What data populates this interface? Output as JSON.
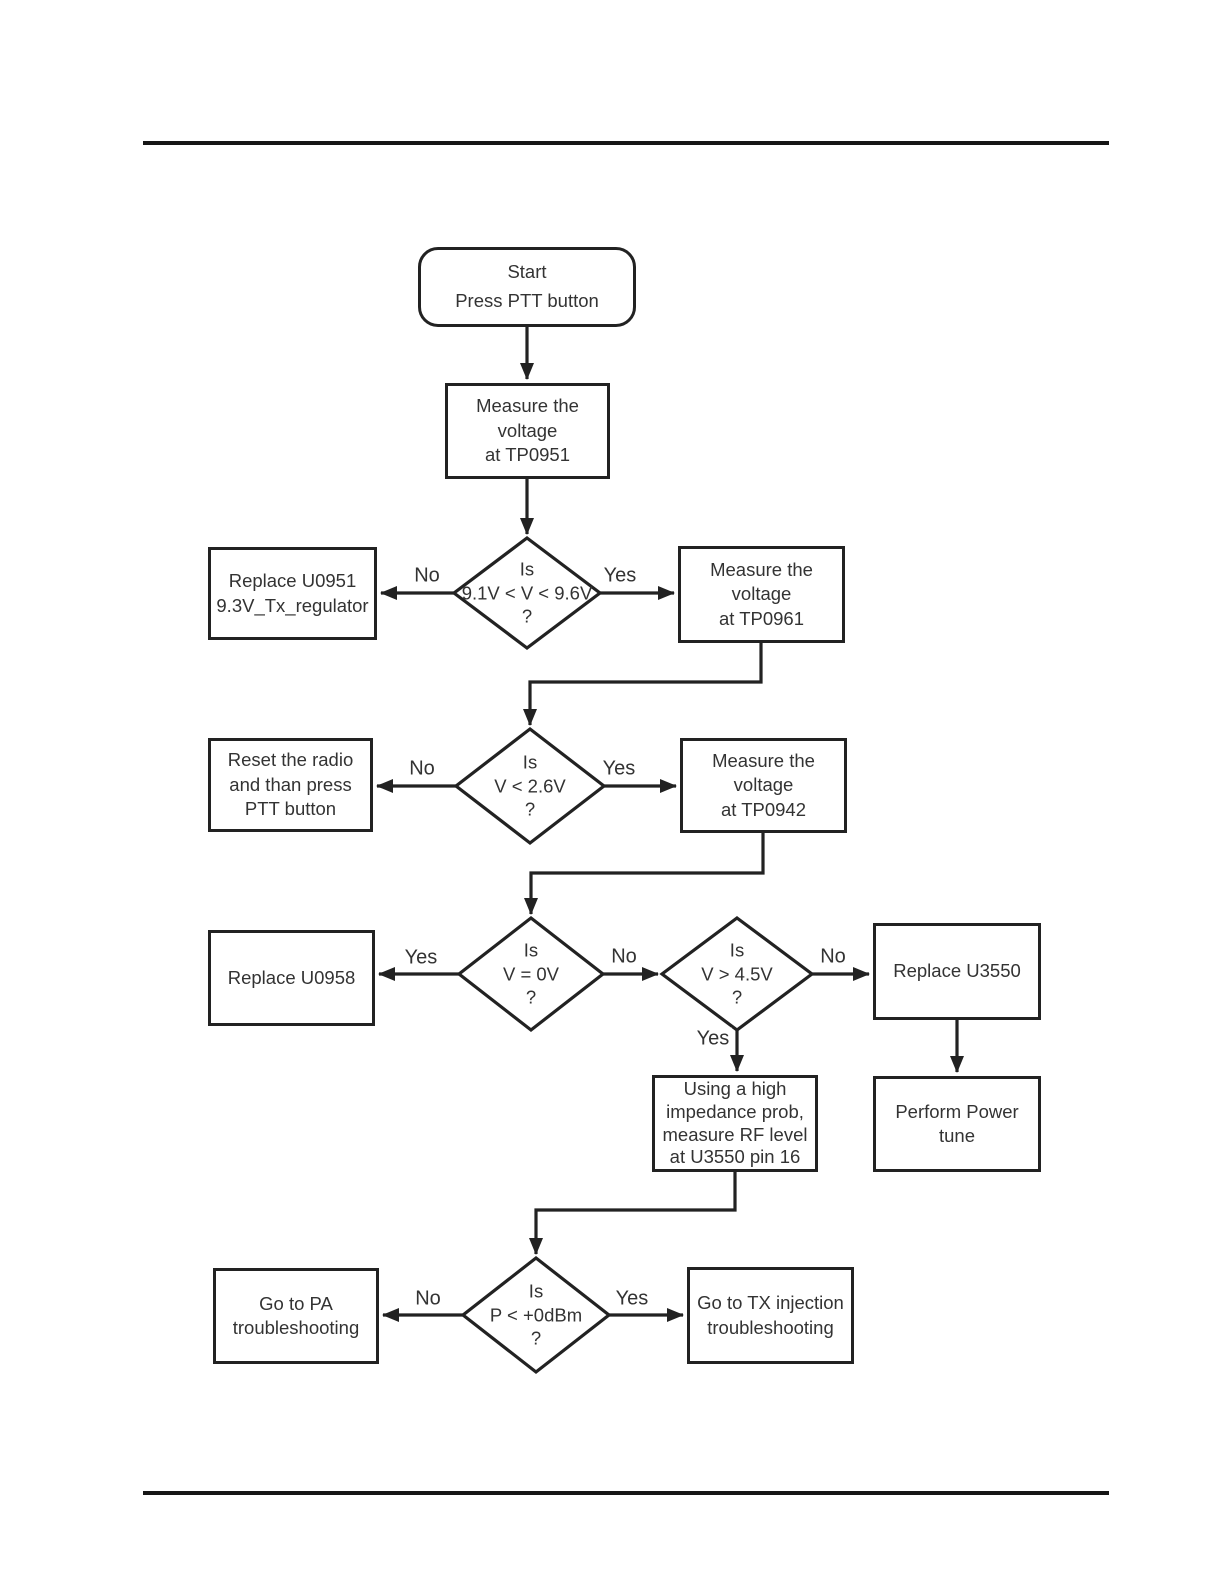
{
  "page": {
    "background": "#ffffff",
    "line_color": "#222222",
    "text_color": "#333333"
  },
  "flowchart": {
    "nodes": {
      "start": "Start\nPress PTT button",
      "measure_tp0951": "Measure the\nvoltage\nat TP0951",
      "decision_tp0951": "Is\n9.1V < V < 9.6V\n?",
      "replace_u0951": "Replace U0951\n9.3V_Tx_regulator",
      "measure_tp0961": "Measure the\nvoltage\nat TP0961",
      "decision_v26": "Is\nV < 2.6V\n?",
      "reset_radio": "Reset the radio\nand than press\nPTT button",
      "measure_tp0942": "Measure the\nvoltage\nat TP0942",
      "decision_v0": "Is\nV = 0V\n?",
      "replace_u0958": "Replace U0958",
      "decision_v45": "Is\nV > 4.5V\n?",
      "replace_u3550": "Replace U3550",
      "perform_power_tune": "Perform Power\ntune",
      "measure_rf_level": "Using a high\nimpedance prob,\nmeasure RF level\nat U3550 pin 16",
      "decision_p0dbm": "Is\nP < +0dBm\n?",
      "goto_pa": "Go to PA\ntroubleshooting",
      "goto_tx_injection": "Go to TX injection\ntroubleshooting"
    },
    "edge_labels": {
      "d1_no": "No",
      "d1_yes": "Yes",
      "d2_no": "No",
      "d2_yes": "Yes",
      "d3_yes": "Yes",
      "d3_no": "No",
      "d4_no": "No",
      "d4_yes": "Yes",
      "d5_no": "No",
      "d5_yes": "Yes"
    }
  }
}
